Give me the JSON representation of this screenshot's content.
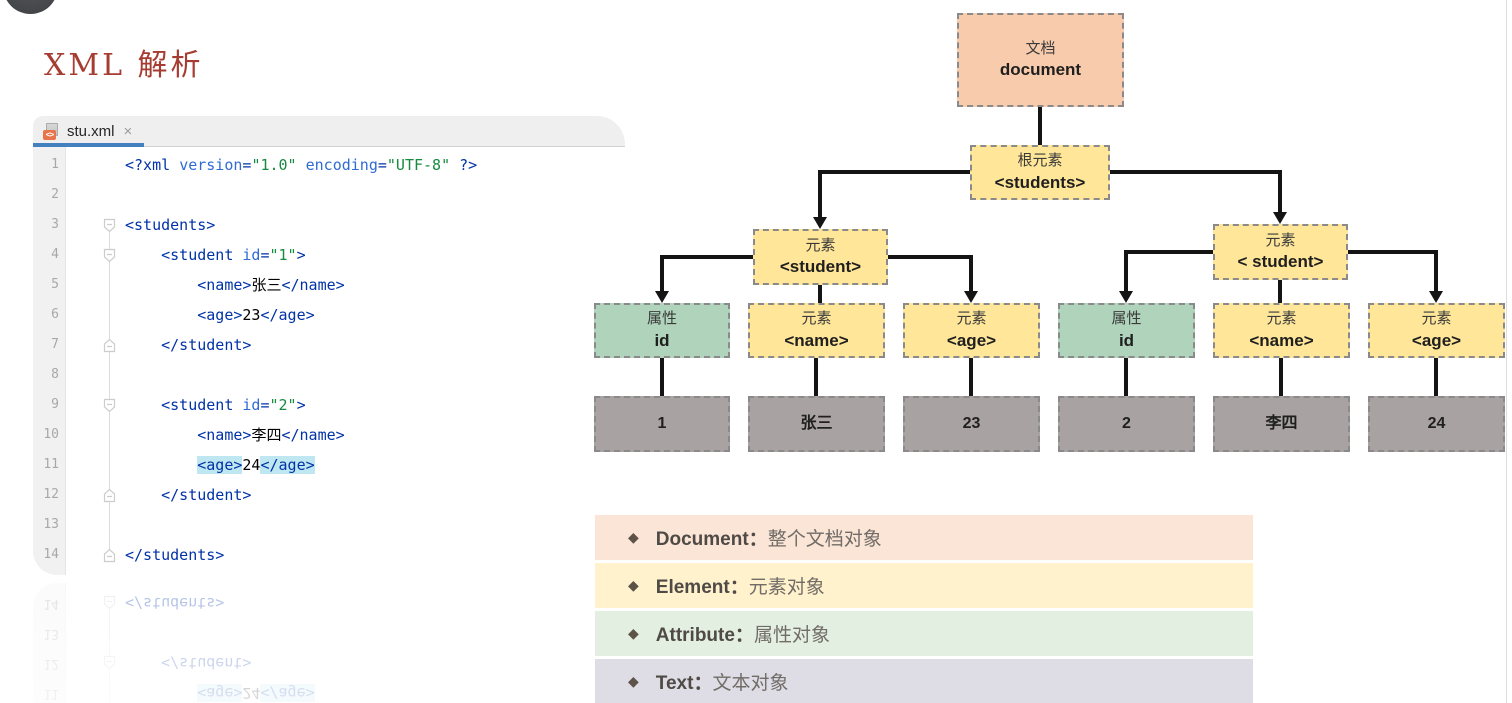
{
  "page": {
    "title": "XML 解析"
  },
  "editor": {
    "tab": {
      "filename": "stu.xml",
      "close_glyph": "×",
      "icon_badge": "<>"
    },
    "lines": [
      {
        "n": "1",
        "fold": "",
        "tokens": [
          {
            "c": "tag",
            "t": "<?xml "
          },
          {
            "c": "attr",
            "t": "version"
          },
          {
            "c": "tag",
            "t": "="
          },
          {
            "c": "str",
            "t": "\"1.0\""
          },
          {
            "c": "plain",
            "t": " "
          },
          {
            "c": "attr",
            "t": "encoding"
          },
          {
            "c": "tag",
            "t": "="
          },
          {
            "c": "str",
            "t": "\"UTF-8\""
          },
          {
            "c": "plain",
            "t": " "
          },
          {
            "c": "tag",
            "t": "?>"
          }
        ]
      },
      {
        "n": "2",
        "fold": "",
        "tokens": []
      },
      {
        "n": "3",
        "fold": "open",
        "tokens": [
          {
            "c": "tag",
            "t": "<students>"
          }
        ]
      },
      {
        "n": "4",
        "fold": "open",
        "tokens": [
          {
            "c": "plain",
            "t": "    "
          },
          {
            "c": "tag",
            "t": "<student "
          },
          {
            "c": "attr",
            "t": "id"
          },
          {
            "c": "tag",
            "t": "="
          },
          {
            "c": "str",
            "t": "\"1\""
          },
          {
            "c": "tag",
            "t": ">"
          }
        ]
      },
      {
        "n": "5",
        "fold": "",
        "tokens": [
          {
            "c": "plain",
            "t": "        "
          },
          {
            "c": "tag",
            "t": "<name>"
          },
          {
            "c": "text",
            "t": "张三"
          },
          {
            "c": "tag",
            "t": "</name>"
          }
        ]
      },
      {
        "n": "6",
        "fold": "",
        "tokens": [
          {
            "c": "plain",
            "t": "        "
          },
          {
            "c": "tag",
            "t": "<age>"
          },
          {
            "c": "text",
            "t": "23"
          },
          {
            "c": "tag",
            "t": "</age>"
          }
        ]
      },
      {
        "n": "7",
        "fold": "close",
        "tokens": [
          {
            "c": "plain",
            "t": "    "
          },
          {
            "c": "tag",
            "t": "</student>"
          }
        ]
      },
      {
        "n": "8",
        "fold": "",
        "tokens": []
      },
      {
        "n": "9",
        "fold": "open",
        "tokens": [
          {
            "c": "plain",
            "t": "    "
          },
          {
            "c": "tag",
            "t": "<student "
          },
          {
            "c": "attr",
            "t": "id"
          },
          {
            "c": "tag",
            "t": "="
          },
          {
            "c": "str",
            "t": "\"2\""
          },
          {
            "c": "tag",
            "t": ">"
          }
        ]
      },
      {
        "n": "10",
        "fold": "",
        "tokens": [
          {
            "c": "plain",
            "t": "        "
          },
          {
            "c": "tag",
            "t": "<name>"
          },
          {
            "c": "text",
            "t": "李四"
          },
          {
            "c": "tag",
            "t": "</name>"
          }
        ]
      },
      {
        "n": "11",
        "fold": "",
        "tokens": [
          {
            "c": "plain",
            "t": "        "
          },
          {
            "c": "tag hl",
            "t": "<age>"
          },
          {
            "c": "text",
            "t": "24"
          },
          {
            "c": "tag hl",
            "t": "</age>"
          }
        ]
      },
      {
        "n": "12",
        "fold": "close",
        "tokens": [
          {
            "c": "plain",
            "t": "    "
          },
          {
            "c": "tag",
            "t": "</student>"
          }
        ]
      },
      {
        "n": "13",
        "fold": "",
        "tokens": []
      },
      {
        "n": "14",
        "fold": "close",
        "tokens": [
          {
            "c": "tag",
            "t": "</students>"
          }
        ]
      }
    ]
  },
  "diagram": {
    "nodes": {
      "document": {
        "line1": "文档",
        "line2": "document"
      },
      "root": {
        "line1": "根元素",
        "line2": "<students>"
      },
      "student_left": {
        "line1": "元素",
        "line2": "<student>"
      },
      "student_right": {
        "line1": "元素",
        "line2": "< student>"
      },
      "attr_left": {
        "line1": "属性",
        "line2": "id"
      },
      "name_left": {
        "line1": "元素",
        "line2": "<name>"
      },
      "age_left": {
        "line1": "元素",
        "line2": "<age>"
      },
      "attr_right": {
        "line1": "属性",
        "line2": "id"
      },
      "name_right": {
        "line1": "元素",
        "line2": "<name>"
      },
      "age_right": {
        "line1": "元素",
        "line2": "<age>"
      },
      "text_1": {
        "value": "1"
      },
      "text_zhangsan": {
        "value": "张三"
      },
      "text_23": {
        "value": "23"
      },
      "text_2": {
        "value": "2"
      },
      "text_lisi": {
        "value": "李四"
      },
      "text_24": {
        "value": "24"
      }
    },
    "colors": {
      "document": "#f8cbad",
      "element": "#ffe699",
      "attribute": "#afd4bb",
      "text": "#a9a2a2",
      "border": "#8a8a8a",
      "line": "#141414"
    }
  },
  "legend": {
    "bullet_color": "#5c5248",
    "rows": [
      {
        "bullet": "◆",
        "term": "Document：",
        "desc": "整个文档对象",
        "bg": "#fbe5d6"
      },
      {
        "bullet": "◆",
        "term": "Element：",
        "desc": "元素对象",
        "bg": "#fff2cc"
      },
      {
        "bullet": "◆",
        "term": "Attribute：",
        "desc": "属性对象",
        "bg": "#e3f0e1"
      },
      {
        "bullet": "◆",
        "term": "Text：",
        "desc": "文本对象",
        "bg": "#dedde5"
      }
    ]
  }
}
